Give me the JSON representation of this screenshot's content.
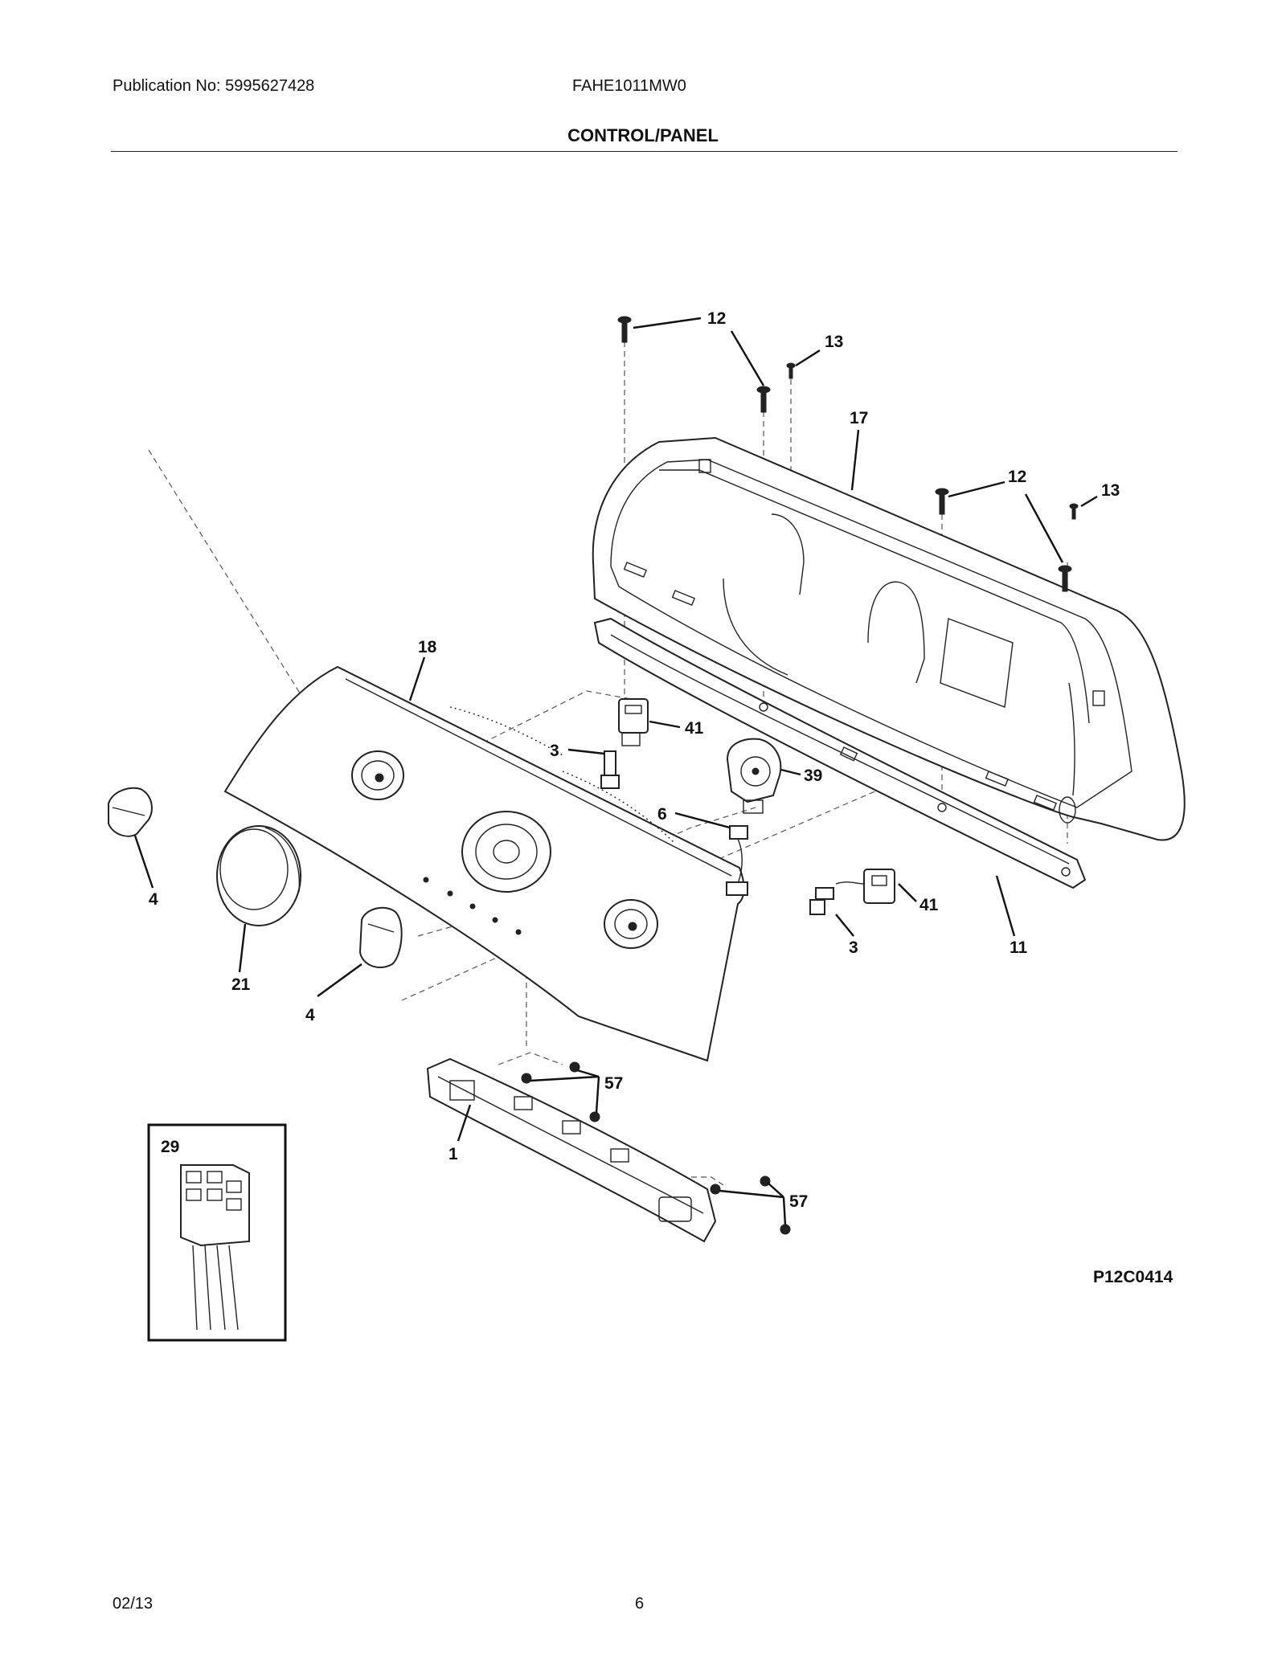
{
  "header": {
    "publication": "Publication No: 5995627428",
    "model": "FAHE1011MW0",
    "section_title": "CONTROL/PANEL"
  },
  "callouts": {
    "c12a": "12",
    "c13a": "13",
    "c17": "17",
    "c12b": "12",
    "c13b": "13",
    "c18": "18",
    "c41a": "41",
    "c3a": "3",
    "c39": "39",
    "c6": "6",
    "c4a": "4",
    "c41b": "41",
    "c3b": "3",
    "c11": "11",
    "c21": "21",
    "c4b": "4",
    "c57a": "57",
    "c1": "1",
    "c29": "29",
    "c57b": "57"
  },
  "diagram_code": "P12C0414",
  "footer": {
    "date": "02/13",
    "page": "6"
  }
}
